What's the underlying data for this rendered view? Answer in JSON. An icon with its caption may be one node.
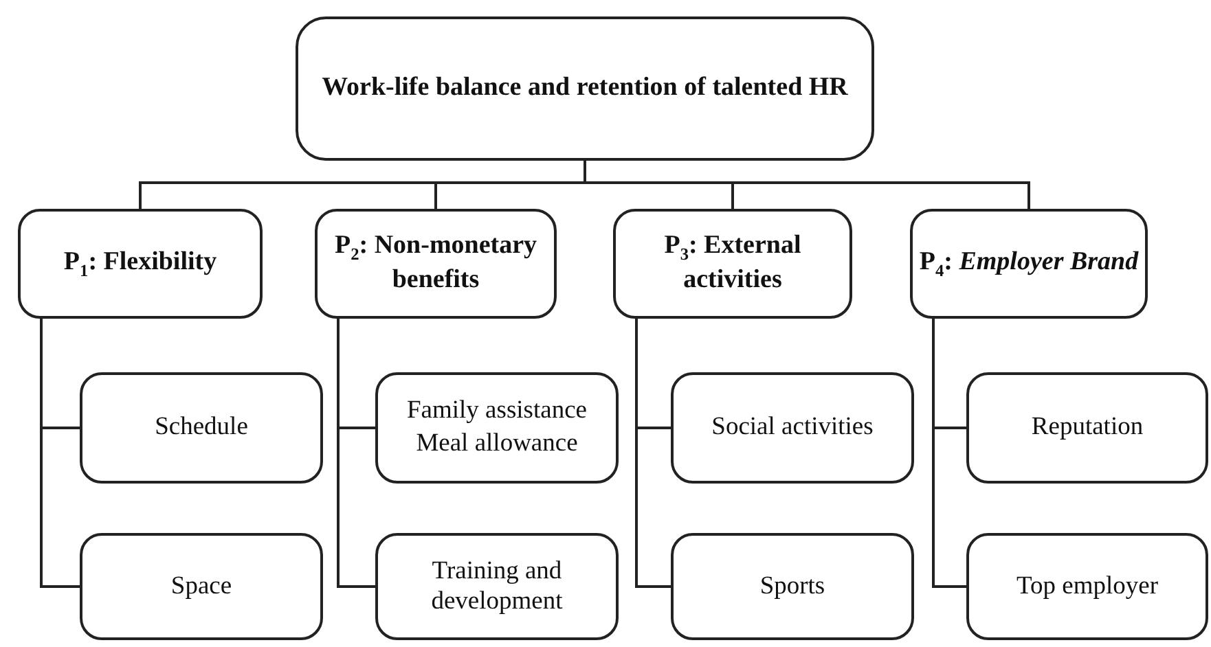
{
  "diagram": {
    "nodes": [
      {
        "text": [
          "Work-life balance and retention of talented HR"
        ]
      },
      {
        "text": [
          "P$_{1}$: Flexibility"
        ]
      },
      {
        "text": [
          "P$_{2}$: Non-monetary benefits"
        ]
      },
      {
        "text": [
          "P$_{3}$: External activities"
        ]
      },
      {
        "text": [
          "P$_{4}$: *Employer Brand*"
        ]
      },
      {
        "text": [
          "Schedule"
        ]
      },
      {
        "text": [
          "Space"
        ]
      },
      {
        "text": [
          "Family assistance",
          "Meal allowance"
        ]
      },
      {
        "text": [
          "Training and development"
        ]
      },
      {
        "text": [
          "Social activities"
        ]
      },
      {
        "text": [
          "Sports"
        ]
      },
      {
        "text": [
          "Reputation"
        ]
      },
      {
        "text": [
          "Top employer"
        ]
      }
    ],
    "edges": [
      {
        "from": 0,
        "to": 1,
        "arrow": "none"
      },
      {
        "from": 0,
        "to": 2,
        "arrow": "none"
      },
      {
        "from": 0,
        "to": 3,
        "arrow": "none"
      },
      {
        "from": 0,
        "to": 4,
        "arrow": "none"
      },
      {
        "from": 1,
        "to": 5,
        "arrow": "none"
      },
      {
        "from": 1,
        "to": 6,
        "arrow": "none"
      },
      {
        "from": 2,
        "to": 7,
        "arrow": "none"
      },
      {
        "from": 2,
        "to": 8,
        "arrow": "none"
      },
      {
        "from": 3,
        "to": 9,
        "arrow": "none"
      },
      {
        "from": 3,
        "to": 10,
        "arrow": "none"
      },
      {
        "from": 4,
        "to": 11,
        "arrow": "none"
      },
      {
        "from": 4,
        "to": 12,
        "arrow": "none"
      }
    ]
  }
}
